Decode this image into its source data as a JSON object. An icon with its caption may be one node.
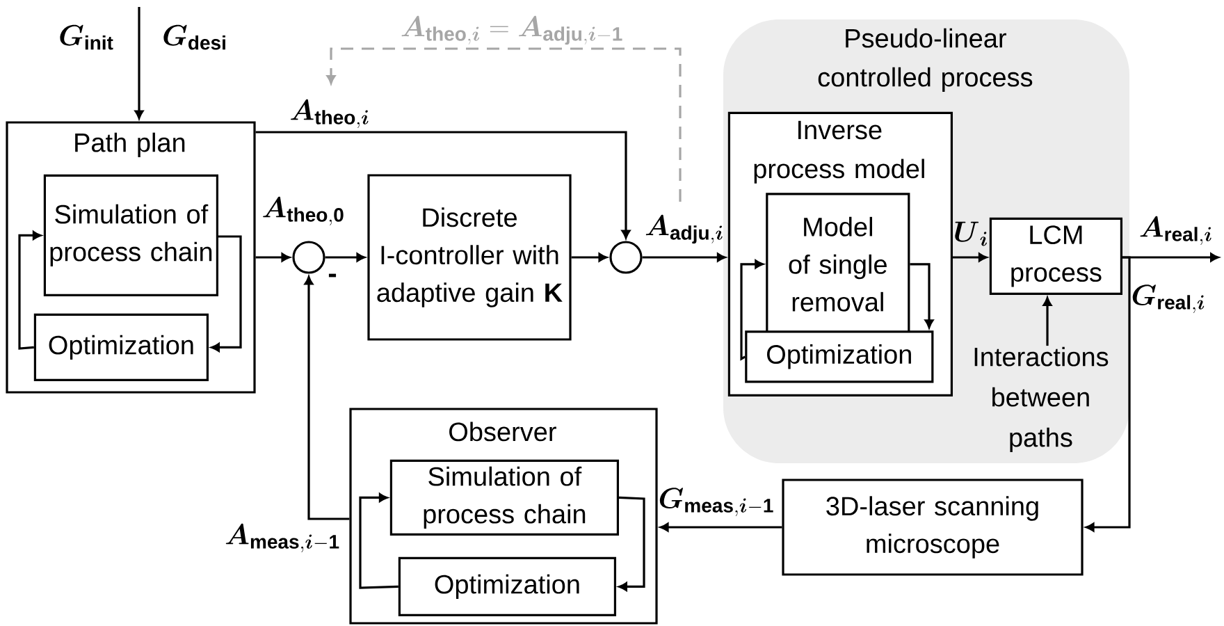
{
  "diagram": {
    "nodes": [
      {
        "text": [
          "Path plan"
        ]
      },
      {
        "text": [
          "Simulation of process chain"
        ],
        "in": 0
      },
      {
        "text": [
          "Optimization"
        ],
        "in": 0
      },
      {
        "text": [],
        "shape": "circle"
      },
      {
        "text": [
          "Discrete I-controller with adaptive gain **K**"
        ]
      },
      {
        "text": [],
        "shape": "circle"
      },
      {
        "text": [
          "Pseudo-linear controlled process"
        ]
      },
      {
        "text": [
          "Inverse process model"
        ],
        "in": 6
      },
      {
        "text": [
          "Model of single removal"
        ],
        "in": 7
      },
      {
        "text": [
          "Optimization"
        ],
        "in": 7
      },
      {
        "text": [
          "LCM process"
        ],
        "in": 6
      },
      {
        "text": [
          "Interactions between paths"
        ],
        "in": 6
      },
      {
        "text": [
          "Observer"
        ]
      },
      {
        "text": [
          "Simulation of process chain"
        ],
        "in": 12
      },
      {
        "text": [
          "Optimization"
        ],
        "in": 12
      },
      {
        "text": [
          "3D-laser scanning microscope"
        ]
      }
    ],
    "edges": [
      {
        "from": null,
        "to": 0,
        "arrow": "to"
      },
      {
        "from": 0,
        "to": 3,
        "arrow": "to",
        "label": "\\boldsymbol{A}_{\\mathbf{theo},\\mathbf{0}}"
      },
      {
        "from": 3,
        "to": 4,
        "arrow": "to"
      },
      {
        "from": 4,
        "to": 5,
        "arrow": "to"
      },
      {
        "from": 0,
        "to": 5,
        "arrow": "to",
        "label": "\\boldsymbol{A}_{\\mathbf{theo},\\boldsymbol{i}}"
      },
      {
        "from": 5,
        "to": 7,
        "arrow": "to",
        "label": "\\boldsymbol{A}_{\\mathbf{adju},\\boldsymbol{i}}"
      },
      {
        "from": 7,
        "to": 10,
        "arrow": "to",
        "label": "\\boldsymbol{U}_{\\boldsymbol{i}}"
      },
      {
        "from": 10,
        "to": null,
        "arrow": "to",
        "label": "\\boldsymbol{A}_{\\mathbf{real},\\boldsymbol{i}}"
      },
      {
        "from": 10,
        "to": 15,
        "arrow": "to"
      },
      {
        "from": 15,
        "to": 12,
        "arrow": "to",
        "label": "\\boldsymbol{G}_{\\mathbf{meas},\\boldsymbol{i}-\\mathbf{1}}"
      },
      {
        "from": 12,
        "to": 3,
        "arrow": "to",
        "label": "\\boldsymbol{A}_{\\mathbf{meas},\\boldsymbol{i}-\\mathbf{1}}"
      },
      {
        "from": 11,
        "to": 10,
        "arrow": "to"
      },
      {
        "from": 5,
        "to": null,
        "arrow": "to",
        "style": "dashed",
        "color": "#a6a6a6",
        "label": "\\boldsymbol{A}_{\\mathbf{theo},\\boldsymbol{i}} = \\boldsymbol{A}_{\\mathbf{adju},\\boldsymbol{i}-\\mathbf{1}}"
      },
      {
        "from": 1,
        "to": 2,
        "arrow": "to"
      },
      {
        "from": 2,
        "to": 1,
        "arrow": "to"
      },
      {
        "from": 8,
        "to": 9,
        "arrow": "to"
      },
      {
        "from": 9,
        "to": 8,
        "arrow": "to"
      },
      {
        "from": 13,
        "to": 14,
        "arrow": "to"
      },
      {
        "from": 14,
        "to": 13,
        "arrow": "to"
      }
    ],
    "labels": [
      "\\boldsymbol{G}_{\\mathbf{init}}",
      "\\boldsymbol{G}_{\\mathbf{desi}}",
      "\\boldsymbol{G}_{\\mathbf{real},\\boldsymbol{i}}",
      "-"
    ]
  }
}
